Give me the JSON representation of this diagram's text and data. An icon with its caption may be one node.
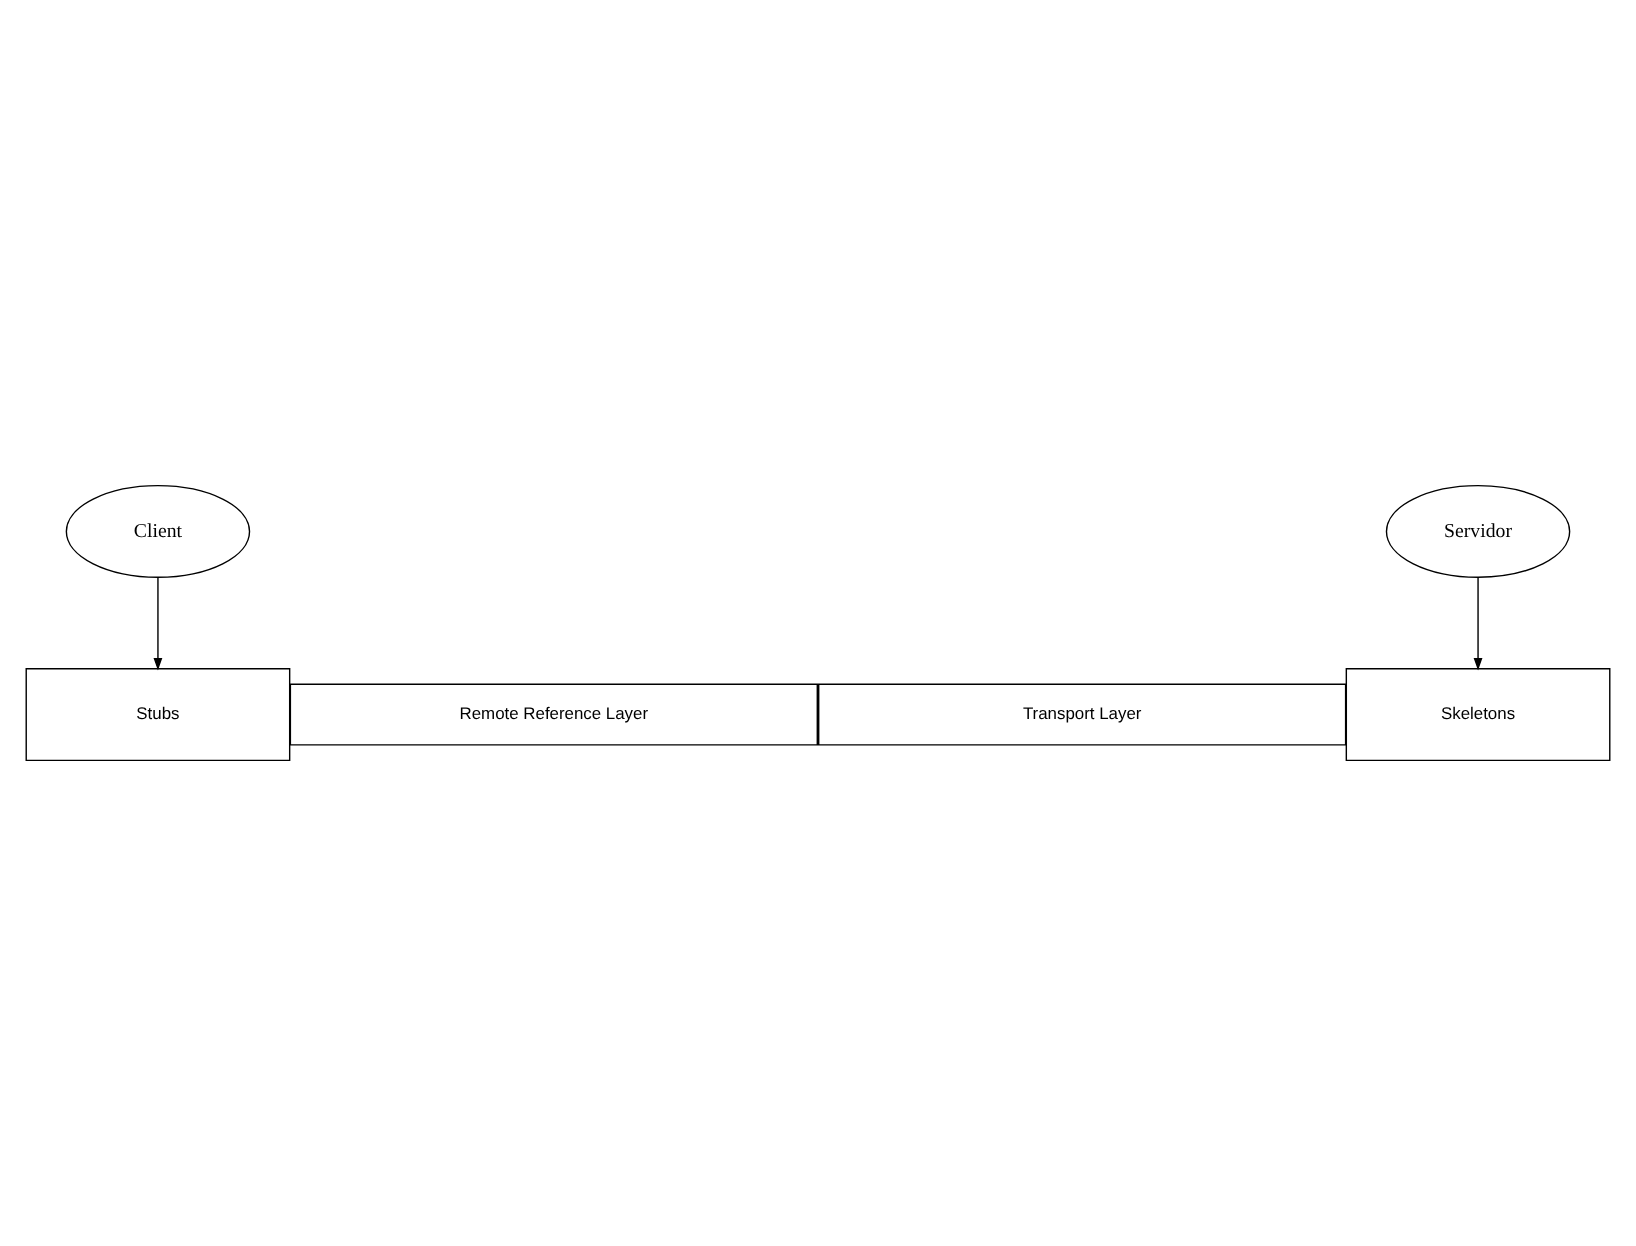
{
  "diagram": {
    "nodes": [
      {
        "text": [
          "Client"
        ]
      },
      {
        "text": [
          "Servidor"
        ]
      },
      {
        "text": [
          "Stubs"
        ]
      },
      {
        "text": [
          "Skeletons"
        ]
      },
      {
        "text": [
          "Remote Reference Layer"
        ]
      },
      {
        "text": [
          "Transport Layer"
        ]
      }
    ],
    "edges": [
      {
        "from": 0,
        "to": 2,
        "arrow": "to"
      },
      {
        "from": 1,
        "to": 3,
        "arrow": "to"
      }
    ]
  }
}
